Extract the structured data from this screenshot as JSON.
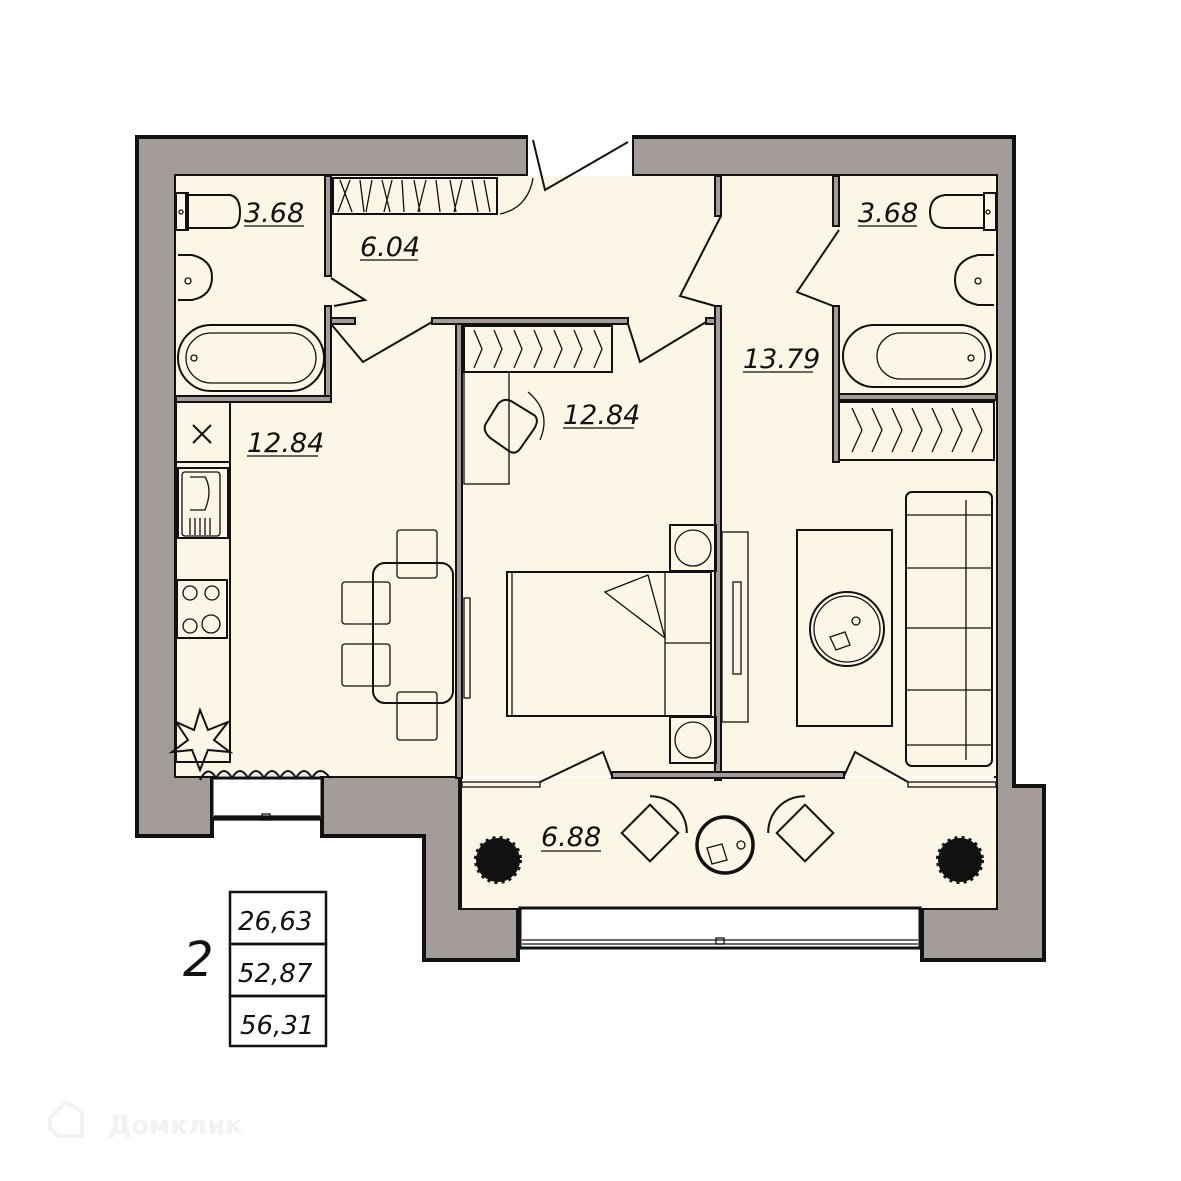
{
  "plan": {
    "rooms": [
      {
        "id": "bathroom-left",
        "area": "3.68"
      },
      {
        "id": "hallway",
        "area": "6.04"
      },
      {
        "id": "bathroom-right",
        "area": "3.68"
      },
      {
        "id": "kitchen",
        "area": "12.84"
      },
      {
        "id": "bedroom",
        "area": "12.84"
      },
      {
        "id": "living-room",
        "area": "13.79"
      },
      {
        "id": "loggia",
        "area": "6.88"
      }
    ],
    "colors": {
      "wall": "#a39c98",
      "floor": "#fcf6e6",
      "line": "#111111"
    }
  },
  "summary": {
    "rooms_count": "2",
    "living_area": "26,63",
    "total_area": "52,87",
    "total_area_with_loggia": "56,31"
  },
  "watermark": {
    "text": "Домклик"
  }
}
